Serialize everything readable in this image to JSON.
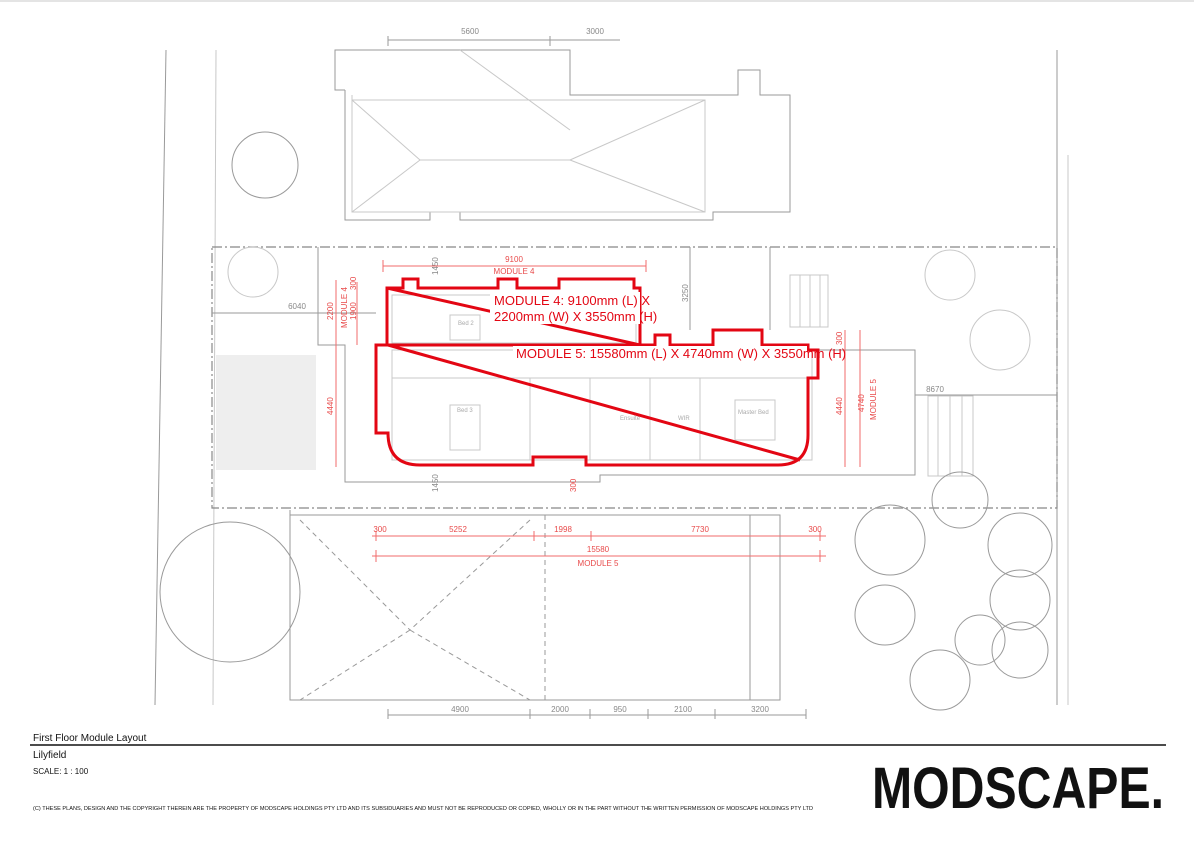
{
  "drawing": {
    "top_dims": [
      "5600",
      "3000"
    ],
    "bottom_dims": [
      "4900",
      "2000",
      "950",
      "2100",
      "3200"
    ],
    "site_dims": {
      "left_setback": "6040",
      "right_setback": "8670",
      "top_gap": "1450",
      "bottom_gap": "1450",
      "side_3250": "3250"
    },
    "module4_dims": {
      "length": "9100",
      "label": "MODULE 4",
      "width": "2200",
      "inner": "1900",
      "offset": "300"
    },
    "module5_dims": {
      "segments": [
        "300",
        "5252",
        "1998",
        "7730",
        "300"
      ],
      "length": "15580",
      "label": "MODULE 5",
      "width": "4740",
      "inner_left": "4440",
      "inner_right": "4440",
      "offset_top": "300",
      "offset_bottom": "300"
    },
    "module4_callout": [
      "MODULE 4: 9100mm (L) X",
      "2200mm (W) X 3550mm (H)"
    ],
    "module5_callout": "MODULE 5: 15580mm (L) X 4740mm (W) X 3550mm (H)",
    "rooms": [
      "Bed 2",
      "Bed 3",
      "Ensuite",
      "WIR",
      "Master Bed"
    ],
    "accent_color": "#e30613"
  },
  "title_block": {
    "title": "First Floor Module Layout",
    "project": "Lilyfield",
    "scale": "SCALE:  1 : 100",
    "copyright": "(C) THESE PLANS, DESIGN AND THE COPYRIGHT THEREIN ARE THE PROPERTY OF MODSCAPE HOLDINGS PTY LTD AND ITS SUBSIDUARIES AND MUST NOT BE REPRODUCED OR COPIED, WHOLLY OR IN THE PART WITHOUT THE WRITTEN PERMISSION OF MODSCAPE HOLDINGS PTY LTD",
    "logo": "MODSCAPE."
  }
}
